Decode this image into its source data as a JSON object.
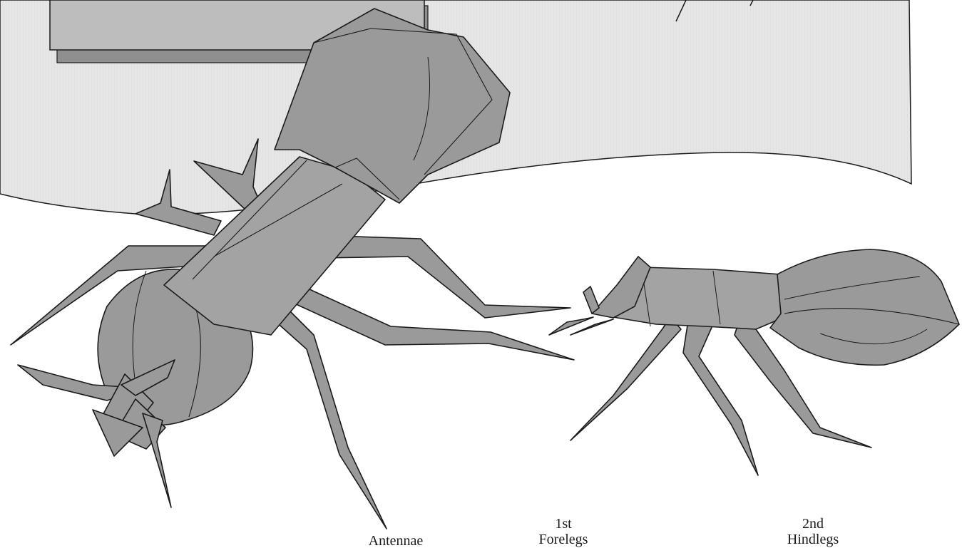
{
  "labels": {
    "antennae": "Antennae",
    "forelegs": [
      "1st",
      "Forelegs"
    ],
    "hindlegs": [
      "2nd",
      "Hindlegs"
    ]
  },
  "colors": {
    "paper": "#ffffff",
    "backdrop": "#e4e4e4",
    "box": "#bdbdbd",
    "box_shadow": "#8f8f8f",
    "ant_body": "#9a9a9a",
    "ant_light": "#b3b3b3",
    "ant_dark": "#7c7c7c",
    "outline": "#1b1b1b"
  }
}
